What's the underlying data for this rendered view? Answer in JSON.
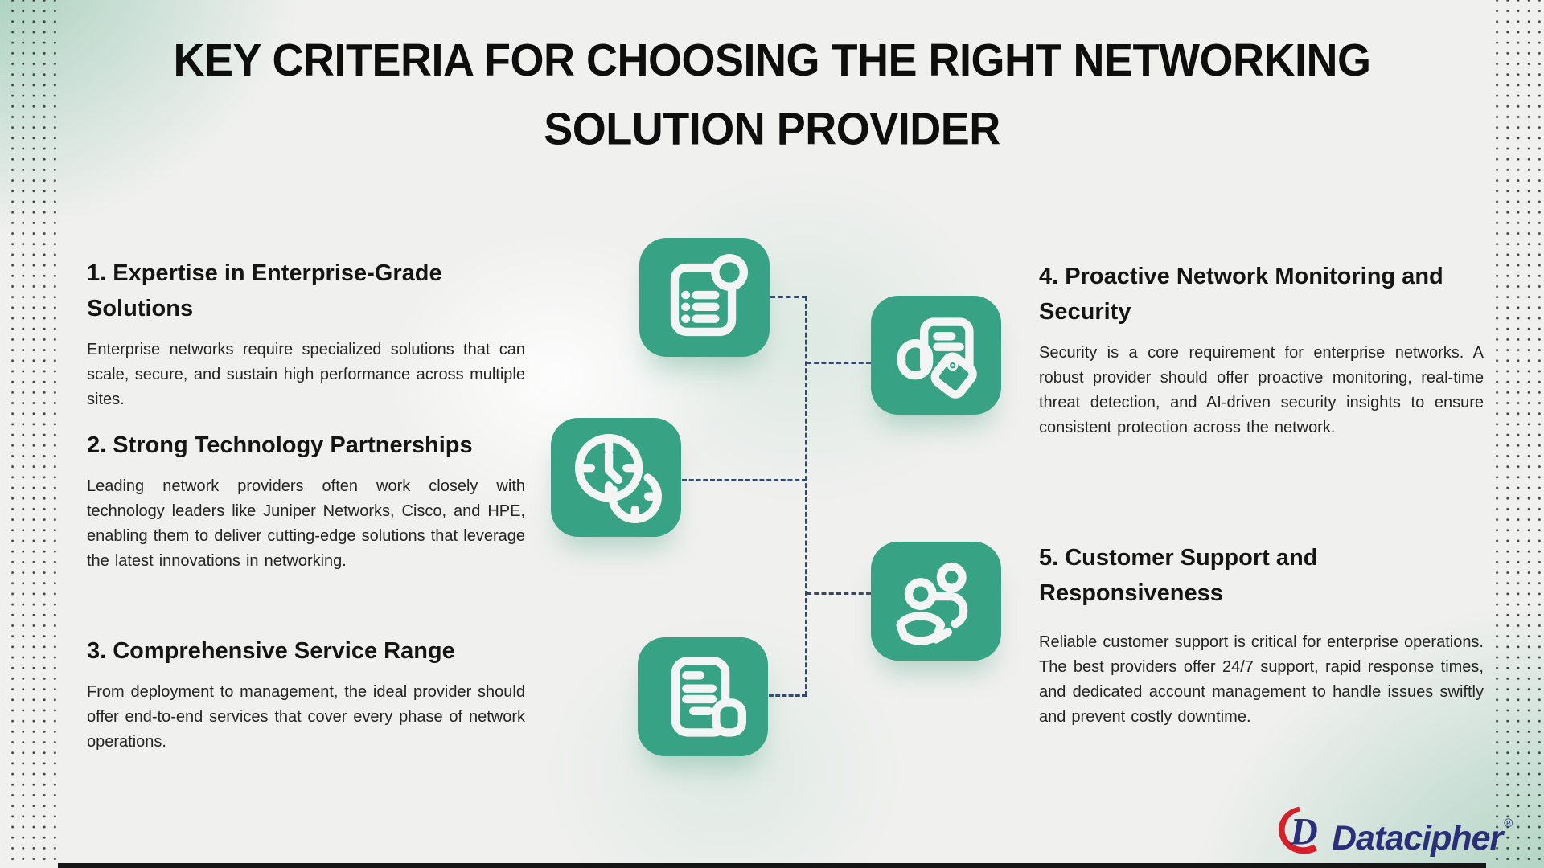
{
  "title": {
    "line1": "KEY CRITERIA FOR CHOOSING THE RIGHT NETWORKING",
    "line2": "SOLUTION PROVIDER"
  },
  "sections": [
    {
      "heading": "1. Expertise in Enterprise-Grade Solutions",
      "body": "Enterprise networks require specialized solutions that can scale, secure, and sustain high performance across multiple sites."
    },
    {
      "heading": "2. Strong Technology Partnerships",
      "body": "Leading network providers often work closely with technology leaders like Juniper Networks, Cisco, and HPE, enabling them to deliver cutting-edge solutions that leverage the latest innovations in networking."
    },
    {
      "heading": "3. Comprehensive Service Range",
      "body": "From deployment to management, the ideal provider should offer end-to-end services that cover every phase of network operations."
    },
    {
      "heading": "4. Proactive Network Monitoring and Security",
      "body": "Security is a core requirement for enterprise networks. A robust provider should offer proactive monitoring, real-time threat detection, and AI-driven security insights to ensure consistent protection across the network."
    },
    {
      "heading": "5. Customer Support and Responsiveness",
      "body": "Reliable customer support is critical for enterprise operations. The best providers offer 24/7 support, rapid response times, and dedicated account management to handle issues swiftly and prevent costly downtime."
    }
  ],
  "icons": [
    "checklist-icon",
    "clock-icon",
    "receipt-icon",
    "document-tag-icon",
    "people-icon"
  ],
  "logo": {
    "text": "Datacipher",
    "registered": "®",
    "mark_letter": "D"
  },
  "colors": {
    "background": "#f0f0ef",
    "tile_green": "#37a284",
    "icon_stroke": "#f3f5f4",
    "connector": "#36486a",
    "corner_teal": "#9ccbb6",
    "logo_navy": "#2b2e78",
    "logo_red": "#d62029",
    "text": "#1a1a1a"
  }
}
